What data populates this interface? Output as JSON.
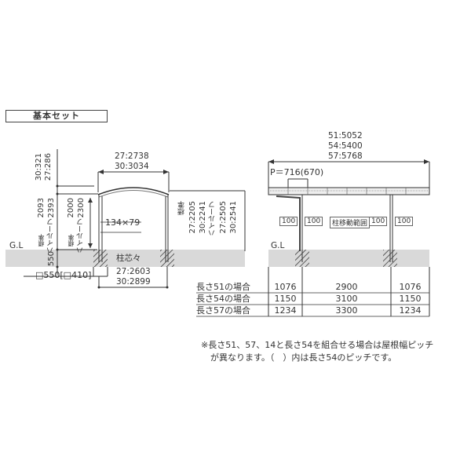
{
  "header": {
    "title": "基本セット"
  },
  "front_view": {
    "gl_label": "G.L",
    "top_overhang": [
      "27:286",
      "30:321"
    ],
    "width_top": [
      "27:2738",
      "30:3034"
    ],
    "height_left": {
      "std": "2093",
      "high": "2393",
      "std_label": "標準",
      "high_label": "ハイルーフ"
    },
    "height_inner": {
      "std": "2000",
      "high": "2300",
      "std_label": "標準",
      "high_label": "ハイルーフ"
    },
    "post_size": "134×79",
    "foundation_depth": "550",
    "foundation_size": "□550[□410]",
    "post_center_label": "柱芯々",
    "post_center": [
      "27:2603",
      "30:2899"
    ],
    "right_heights": [
      "標準",
      "27:2205",
      "30:2241",
      "ハイルーフ",
      "27:2505",
      "30:2541"
    ]
  },
  "side_view": {
    "gl_label": "G.L",
    "length_top": [
      "51:5052",
      "54:5400",
      "57:5768"
    ],
    "pitch": "P＝716(670)",
    "move_left": [
      "100",
      "100"
    ],
    "move_range_label": "柱移動範囲",
    "move_right": [
      "100",
      "100"
    ]
  },
  "table": {
    "rows": [
      {
        "label": "長さ51の場合",
        "values": [
          "1076",
          "2900",
          "1076"
        ]
      },
      {
        "label": "長さ54の場合",
        "values": [
          "1150",
          "3100",
          "1150"
        ]
      },
      {
        "label": "長さ57の場合",
        "values": [
          "1234",
          "3300",
          "1234"
        ]
      }
    ]
  },
  "note": {
    "line1": "※長さ51、57、14と長さ54を組合せる場合は屋根幅ピッチ",
    "line2": "が異なります。（　）内は長さ54のピッチです。"
  }
}
